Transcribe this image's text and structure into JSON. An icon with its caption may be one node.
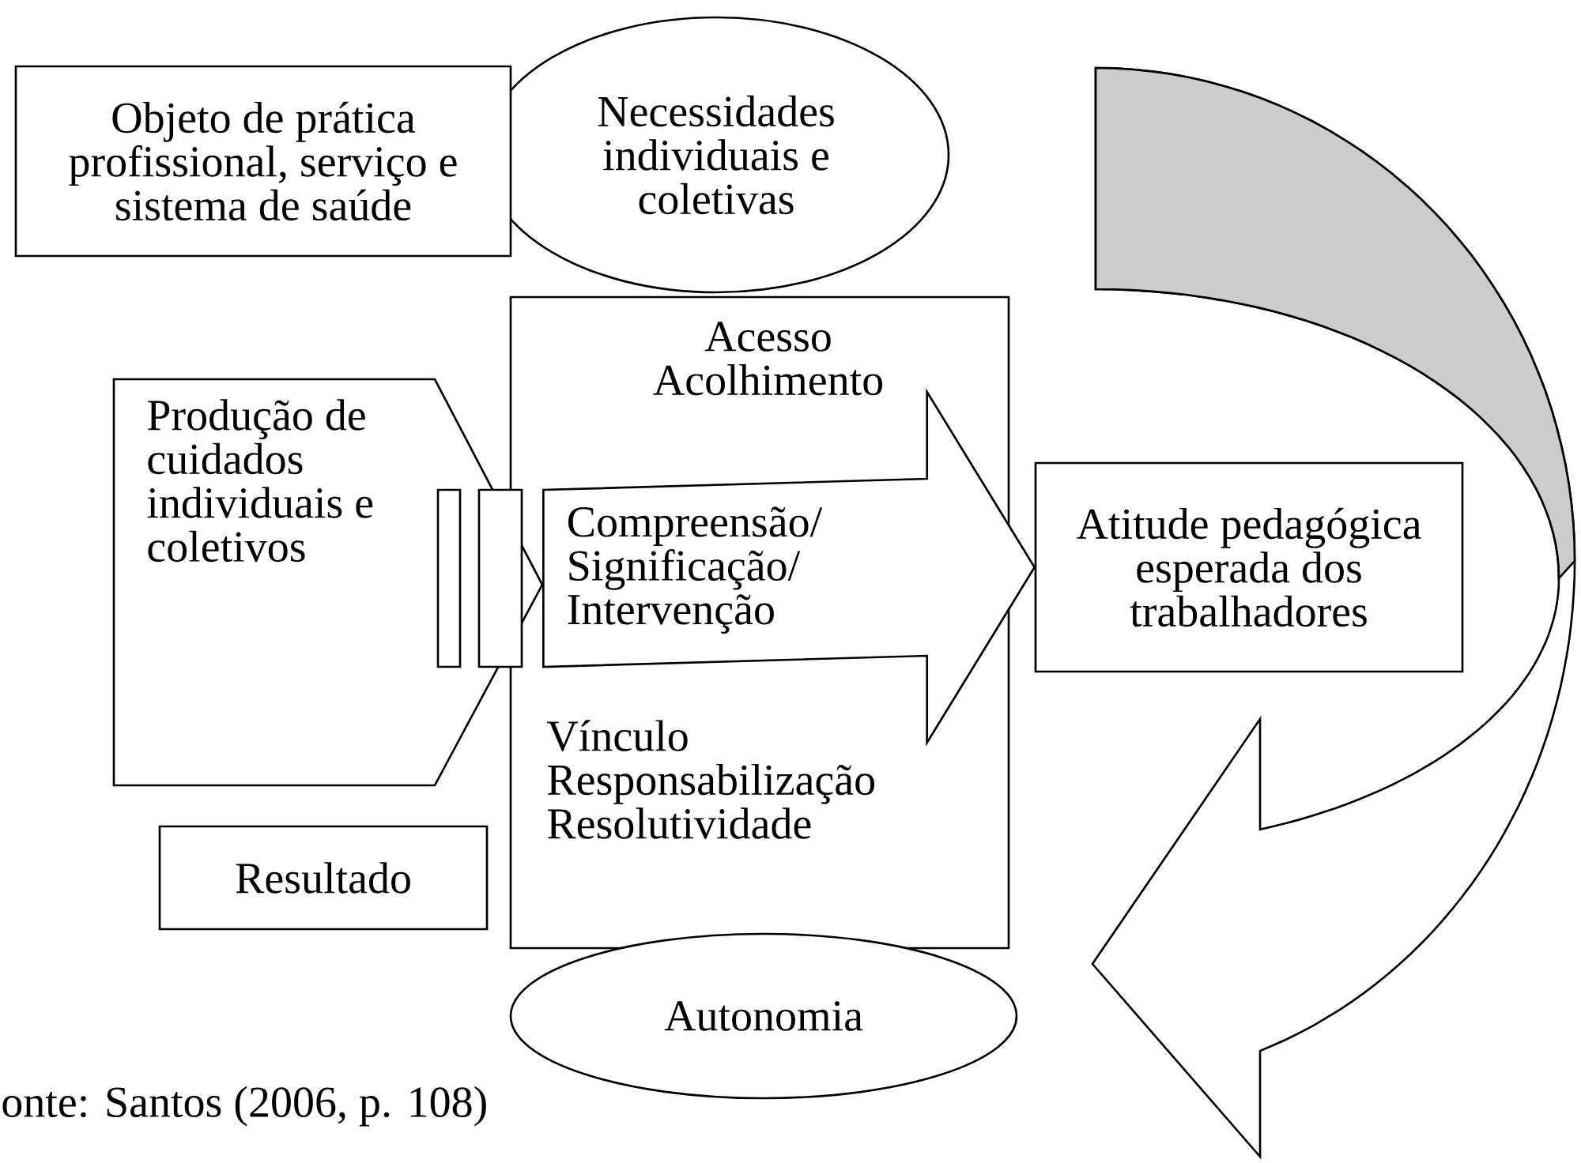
{
  "diagram": {
    "caption": "onte: Santos (2006, p. 108)",
    "nodes": [
      {
        "text": [
          "Objeto de prática profissional, serviço e sistema de saúde"
        ]
      },
      {
        "text": [
          "Necessidades individuais e coletivas"
        ]
      },
      {
        "text": [
          "Acesso Acolhimento",
          "Vínculo Responsabilização Resolutividade"
        ]
      },
      {
        "text": [
          "Produção de cuidados individuais e coletivos"
        ]
      },
      {
        "text": [],
        "shape": "bar",
        "in": 3
      },
      {
        "text": [],
        "shape": "bar",
        "in": 3
      },
      {
        "text": [
          "Atitude pedagógica esperada dos trabalhadores"
        ]
      },
      {
        "text": [],
        "shape": "arrow"
      },
      {
        "text": [
          "Resultado"
        ]
      },
      {
        "text": [
          "Autonomia"
        ]
      }
    ],
    "edges": [
      {
        "from": 5,
        "to": 6,
        "arrow": "to",
        "label": "Compreensão/ Significação/ Intervenção"
      }
    ]
  }
}
